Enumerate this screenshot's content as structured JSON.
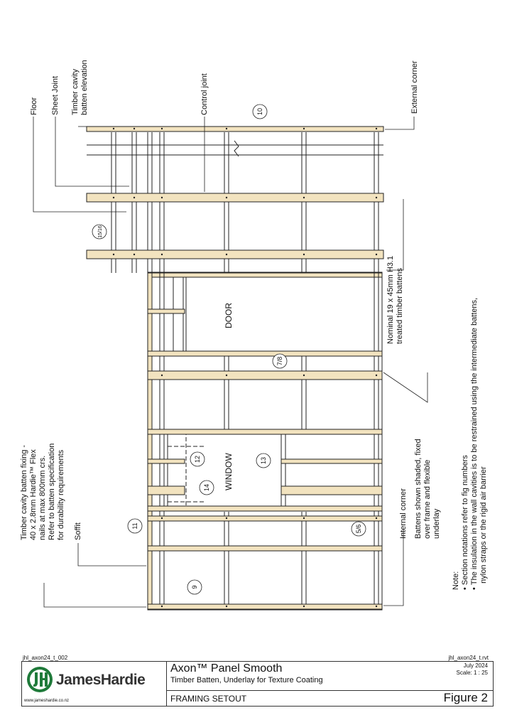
{
  "drawing": {
    "labels": {
      "floor": "Floor",
      "sheet_joint": "Sheet Joint",
      "timber_cavity_elev": [
        "Timber cavity",
        "batten elevation"
      ],
      "control_joint": "Control joint",
      "external_corner": "External corner",
      "door": "DOOR",
      "window": "WINDOW",
      "nominal_battens": [
        "Nominal 19 x 45mm H3.1",
        "treated timber battens"
      ],
      "batten_fixing": [
        "Timber cavity batten fixing -",
        "40 x 2.8mm Hardie™ Flex",
        "nails at max 800mm crs.",
        "Refer to batten specification",
        "for durability requirements"
      ],
      "soffit": "Soffit",
      "internal_corner": "Internal corner",
      "battens_shaded": [
        "Battens shown shaded, fixed",
        "over frame and flexible",
        "underlay"
      ],
      "note_title": "Note:",
      "notes": [
        "Section notations refer to fig numbers",
        "The insulation in the wall cavities is to be restrained using the intermediate battens,",
        "nylon straps or the rigid air barrier"
      ]
    },
    "section_markers": [
      "10",
      "15/16",
      "7/8",
      "12",
      "13",
      "14",
      "11",
      "5/6",
      "9"
    ]
  },
  "title_block": {
    "drawing_code": "jhl_axon24_t_002",
    "file_name": "jhl_axon24_t.rvt",
    "brand": "JamesHardie",
    "website": "www.jameshardie.co.nz",
    "product": "Axon™ Panel Smooth",
    "subtitle": "Timber Batten, Underlay for Texture Coating",
    "date": "July 2024",
    "scale": "Scale: 1 : 25",
    "sheet_title": "FRAMING SETOUT",
    "figure": "Figure 2"
  },
  "colors": {
    "batten_fill": "#f2e3bf",
    "line": "#222222",
    "brand_green": "#1f7a3a"
  }
}
